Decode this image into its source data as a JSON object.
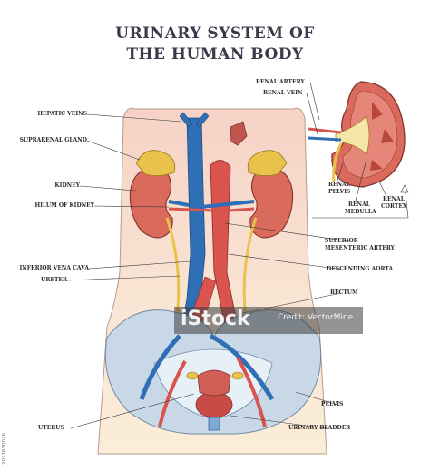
{
  "title": {
    "line1": "URINARY SYSTEM OF",
    "line2": "THE HUMAN BODY"
  },
  "labels": {
    "hepatic_veins": "HEPATIC VEINS",
    "suprarenal_gland": "SUPRARENAL GLAND",
    "kidney": "KIDNEY",
    "hilum_of_kidney": "HILUM OF KIDNEY",
    "inferior_vena_cava": "INFERIOR VENA CAVA",
    "ureter": "URETER",
    "renal_artery": "RENAL ARTERY",
    "renal_vein": "RENAL VEIN",
    "renal_pelvis_1": "RENAL",
    "renal_pelvis_2": "PELVIS",
    "renal_medulla_1": "RENAL",
    "renal_medulla_2": "MEDULLA",
    "renal_cortex_1": "RENAL",
    "renal_cortex_2": "CORTEX",
    "superior_mesenteric_1": "SUPERIOR",
    "superior_mesenteric_2": "MESENTERIC ARTERY",
    "descending_aorta": "DESCENDING AORTA",
    "rectum": "RECTUM",
    "pelvis": "PELVIS",
    "uterus": "UTERUS",
    "urinary_bladder": "URINARY BLADDER"
  },
  "watermark": {
    "logo": "iStock",
    "credit": "Credit: VectorMine"
  },
  "side_id": "2077630076",
  "colors": {
    "artery": "#d9534f",
    "vein": "#2f6fb5",
    "kidney": "#d96a5c",
    "gland": "#e8c24a",
    "body": "#f7ddd0",
    "pelvis_bone": "#c9d8e6"
  }
}
